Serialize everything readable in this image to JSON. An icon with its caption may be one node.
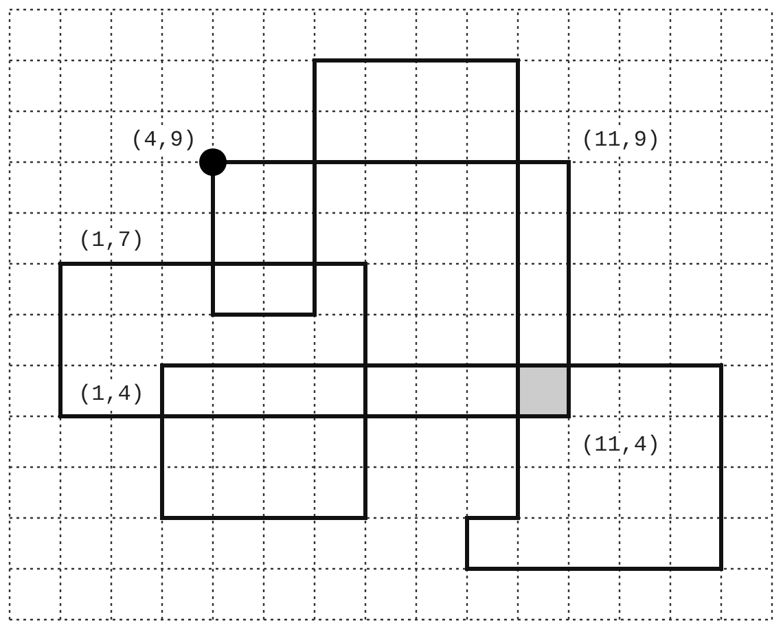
{
  "diagram": {
    "labels": [
      "(4,9)",
      "(11,9)",
      "(1,7)",
      "(1,4)",
      "(11,4)"
    ]
  }
}
